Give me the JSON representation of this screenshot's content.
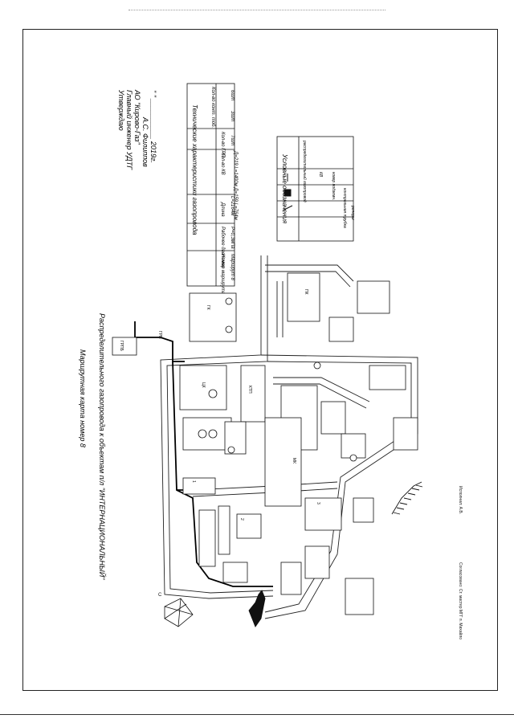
{
  "approval": {
    "line1": "Утверждаю",
    "line2": "Главный инженер УДТГ",
    "line3": "АО \"Кирово-Газ\"",
    "line4": "А.С. Филиппов",
    "line5": "\"  \" __________ 2019г."
  },
  "title": {
    "line1": "Маршрутная карта номер 8",
    "line2": "Распределительного газопровода к объектам п/л \"ИНТЕРНАЦИОНАЛЬНЫЙ\""
  },
  "tech_table": {
    "caption": "Технические характеристики газопровода",
    "headers": [
      "Номер маршрута",
      "Рабочее давление",
      "Длина",
      "Кол-во КВ",
      "Кол-во ГРП",
      "Кол-во конт. тоб."
    ],
    "row": [
      "Маршрут 8",
      "Р=0,3мПа",
      "L=2164м",
      "Д=219 L=1400м Д=159 L=764м",
      "7шт",
      "3шт",
      "6шт"
    ]
  },
  "legend": {
    "caption": "Условные обозначения",
    "items": [
      "распределительный газопровод",
      "КВ",
      "ковер подземн.",
      "контрольная трубка",
      "реперы"
    ]
  },
  "map_labels": [
    "ГРПБ",
    "ГК",
    "ЦК",
    "МК",
    "ПК",
    "ГРП",
    "КТП",
    "1",
    "2",
    "3"
  ],
  "footer": {
    "agreed": "Согласовано: Ст. мастер МГГ п. Михайло",
    "author": "Исполнил: А.В."
  }
}
